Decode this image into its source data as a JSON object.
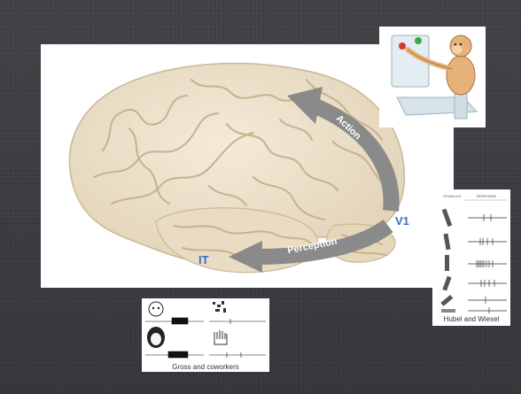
{
  "labels": {
    "v1": "V1",
    "it": "IT",
    "action": "Action",
    "perception": "Perception"
  },
  "captions": {
    "hubel": "Hubel and Wiesel",
    "gross": "Gross and coworkers"
  },
  "colors": {
    "background": "#3a3b3f",
    "area_label": "#3b6cc9",
    "arrow": "#8a8a8a",
    "brain_fill": "#efe4cf"
  },
  "illustrations": [
    "brain-lateral-view",
    "monkey-pressing-button",
    "hubel-wiesel-stimulus-response-table",
    "gross-face-and-hand-stimuli-spike-trains"
  ]
}
